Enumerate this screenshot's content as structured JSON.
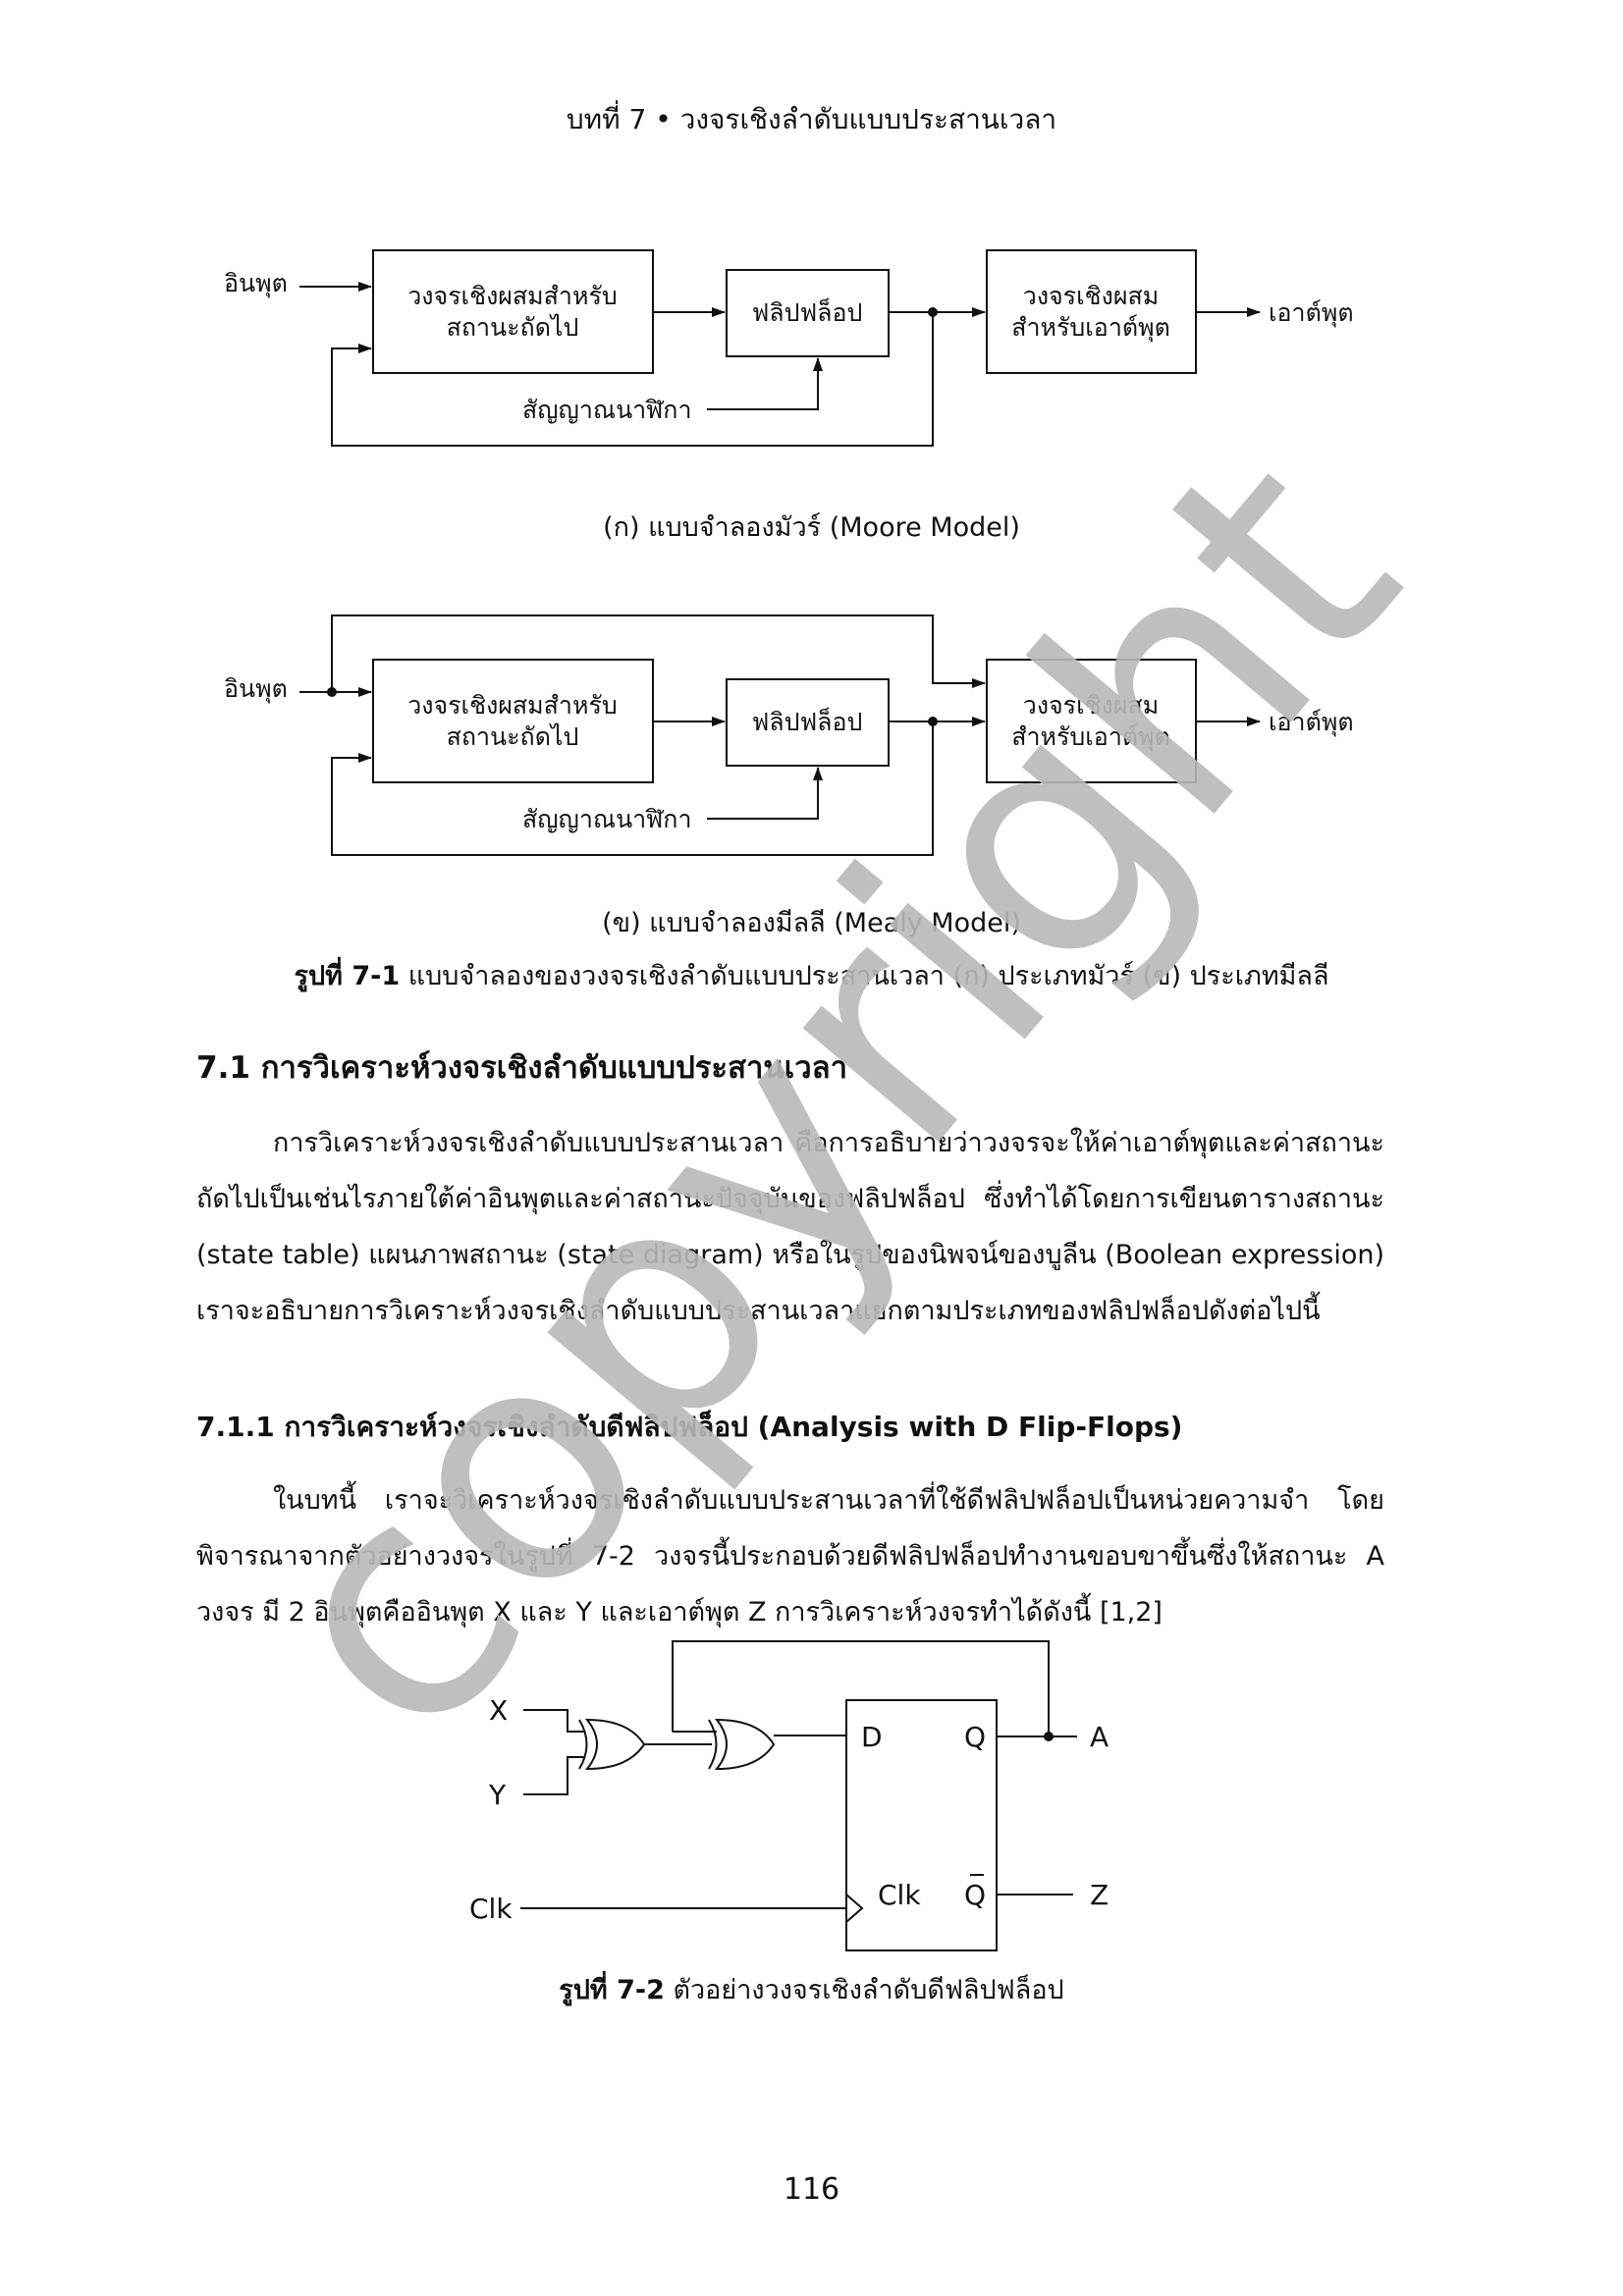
{
  "header": {
    "text": "บทที่ 7 • วงจรเชิงลำดับแบบประสานเวลา"
  },
  "fig71": {
    "input_label": "อินพุต",
    "next_state_block": [
      "วงจรเชิงผสมสำหรับ",
      "สถานะถัดไป"
    ],
    "flipflop_block": "ฟลิปฟล็อป",
    "output_block": [
      "วงจรเชิงผสม",
      "สำหรับเอาต์พุต"
    ],
    "output_label": "เอาต์พุต",
    "clock_label": "สัญญาณนาฬิกา",
    "caption_a": "(ก) แบบจำลองมัวร์ (Moore Model)",
    "caption_b": "(ข) แบบจำลองมีลลี (Mealy Model)",
    "figure_label": "รูปที่ 7-1",
    "figure_caption": " แบบจำลองของวงจรเชิงลำดับแบบประสานเวลา (ก) ประเภทมัวร์ (ข) ประเภทมีลลี"
  },
  "section": {
    "number_title": "7.1  การวิเคราะห์วงจรเชิงลำดับแบบประสานเวลา",
    "para1": "การวิเคราะห์วงจรเชิงลำดับแบบประสานเวลา คือการอธิบายว่าวงจรจะให้ค่าเอาต์พุตและค่าสถานะถัดไปเป็นเช่นไรภายใต้ค่าอินพุตและค่าสถานะปัจจุบันของฟลิปฟล็อป ซึ่งทำได้โดยการเขียนตารางสถานะ (state  table) แผนภาพสถานะ (state  diagram) หรือในรูปของนิพจน์ของบูลีน (Boolean expression) เราจะอธิบายการวิเคราะห์วงจรเชิงลำดับแบบประสานเวลาแยกตามประเภทของฟลิปฟล็อปดังต่อไปนี้"
  },
  "subsection": {
    "title": "7.1.1 การวิเคราะห์วงจรเชิงลำดับดีฟลิปฟล็อป (Analysis with D Flip-Flops)",
    "para": "ในบทนี้ เราจะวิเคราะห์วงจรเชิงลำดับแบบประสานเวลาที่ใช้ดีฟลิปฟล็อปเป็นหน่วยความจำ โดยพิจารณาจากตัวอย่างวงจรในรูปที่ 7-2 วงจรนี้ประกอบด้วยดีฟลิปฟล็อปทำงานขอบขาขึ้นซึ่งให้สถานะ A วงจร มี 2 อินพุตคืออินพุต X และ Y และเอาต์พุต Z การวิเคราะห์วงจรทำได้ดังนี้ [1,2]"
  },
  "fig72": {
    "x": "X",
    "y": "Y",
    "clk": "Clk",
    "d": "D",
    "q": "Q",
    "clk_pin": "Clk",
    "qbar": "Q",
    "a": "A",
    "z": "Z",
    "figure_label": "รูปที่ 7-2",
    "figure_caption": " ตัวอย่างวงจรเชิงลำดับดีฟลิปฟล็อป"
  },
  "watermark": {
    "text": "copyright",
    "color": "#b8b8b8"
  },
  "page_number": "116"
}
